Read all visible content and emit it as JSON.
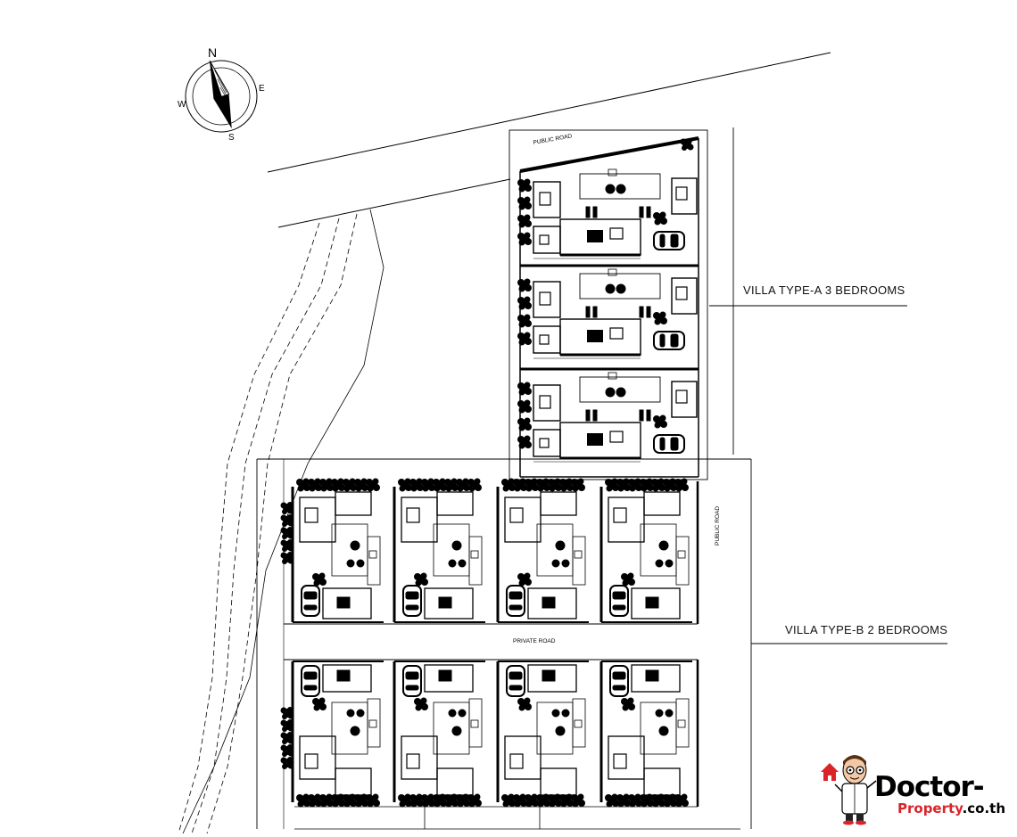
{
  "labels": {
    "villa_a": "VILLA TYPE-A  3 BEDROOMS",
    "villa_b": "VILLA TYPE-B  2 BEDROOMS",
    "public_road_top": "PUBLIC ROAD",
    "public_road_side": "PUBLIC ROAD",
    "private_road": "PRIVATE ROAD"
  },
  "compass": {
    "n": "N",
    "e": "E",
    "s": "S",
    "w": "W"
  },
  "logo": {
    "main": "Doctor-",
    "sub_highlight": "Property",
    "sub_rest": ".co.th"
  },
  "colors": {
    "ink": "#000000",
    "brand_red": "#d9252a"
  },
  "icons": [
    "compass-rose-icon",
    "tree-icon",
    "car-icon",
    "doctor-mascot-icon",
    "house-icon"
  ]
}
